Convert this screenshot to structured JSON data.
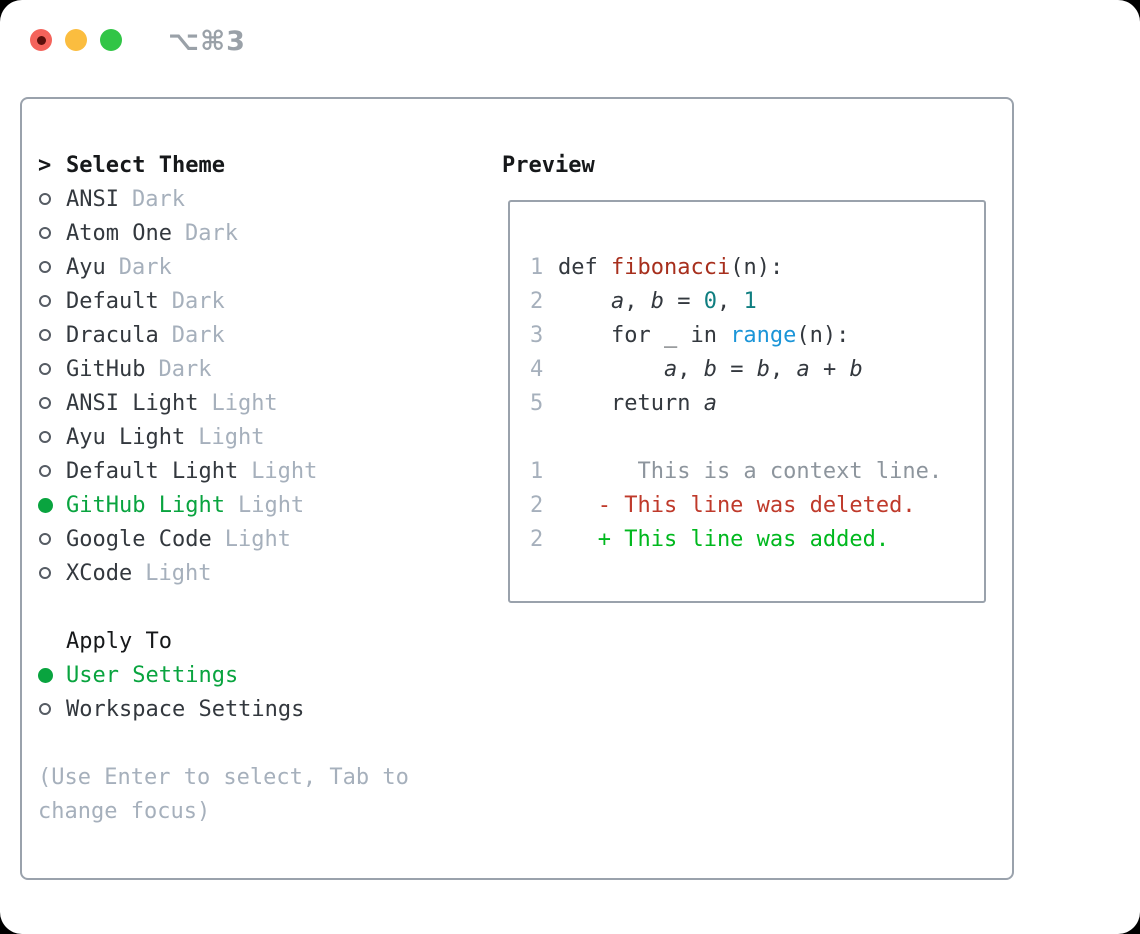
{
  "window": {
    "shortcut": "⌥⌘3",
    "traffic_lights": [
      {
        "name": "close",
        "color": "#f4635b",
        "has_inner_dot": true
      },
      {
        "name": "minimize",
        "color": "#fbbd3f",
        "has_inner_dot": false
      },
      {
        "name": "zoom",
        "color": "#31c546",
        "has_inner_dot": false
      }
    ]
  },
  "theme_panel": {
    "header": {
      "cursor": ">",
      "label": "Select Theme"
    },
    "themes": [
      {
        "name": "ANSI",
        "variant": "Dark",
        "selected": false
      },
      {
        "name": "Atom One",
        "variant": "Dark",
        "selected": false
      },
      {
        "name": "Ayu",
        "variant": "Dark",
        "selected": false
      },
      {
        "name": "Default",
        "variant": "Dark",
        "selected": false
      },
      {
        "name": "Dracula",
        "variant": "Dark",
        "selected": false
      },
      {
        "name": "GitHub",
        "variant": "Dark",
        "selected": false
      },
      {
        "name": "ANSI Light",
        "variant": "Light",
        "selected": false
      },
      {
        "name": "Ayu Light",
        "variant": "Light",
        "selected": false
      },
      {
        "name": "Default Light",
        "variant": "Light",
        "selected": false
      },
      {
        "name": "GitHub Light",
        "variant": "Light",
        "selected": true
      },
      {
        "name": "Google Code",
        "variant": "Light",
        "selected": false
      },
      {
        "name": "XCode",
        "variant": "Light",
        "selected": false
      }
    ],
    "apply_to": {
      "label": "Apply To",
      "options": [
        {
          "name": "User Settings",
          "selected": true
        },
        {
          "name": "Workspace Settings",
          "selected": false
        }
      ]
    },
    "help_lines": [
      "(Use Enter to select, Tab to",
      "change focus)"
    ]
  },
  "preview": {
    "title": "Preview",
    "code_lines": [
      {
        "num": "1",
        "segments": [
          {
            "t": "def ",
            "s": "fg"
          },
          {
            "t": "fibonacci",
            "s": "func"
          },
          {
            "t": "(n):",
            "s": "fg"
          }
        ]
      },
      {
        "num": "2",
        "segments": [
          {
            "t": "    ",
            "s": "fg"
          },
          {
            "t": "a",
            "s": "var"
          },
          {
            "t": ", ",
            "s": "fg"
          },
          {
            "t": "b",
            "s": "var"
          },
          {
            "t": " = ",
            "s": "fg"
          },
          {
            "t": "0",
            "s": "num"
          },
          {
            "t": ", ",
            "s": "fg"
          },
          {
            "t": "1",
            "s": "num"
          }
        ]
      },
      {
        "num": "3",
        "segments": [
          {
            "t": "    for _ in ",
            "s": "fg"
          },
          {
            "t": "range",
            "s": "builtin"
          },
          {
            "t": "(n):",
            "s": "fg"
          }
        ]
      },
      {
        "num": "4",
        "segments": [
          {
            "t": "        ",
            "s": "fg"
          },
          {
            "t": "a",
            "s": "var"
          },
          {
            "t": ", ",
            "s": "fg"
          },
          {
            "t": "b",
            "s": "var"
          },
          {
            "t": " = ",
            "s": "fg"
          },
          {
            "t": "b",
            "s": "var"
          },
          {
            "t": ", ",
            "s": "fg"
          },
          {
            "t": "a",
            "s": "var"
          },
          {
            "t": " + ",
            "s": "fg"
          },
          {
            "t": "b",
            "s": "var"
          }
        ]
      },
      {
        "num": "5",
        "segments": [
          {
            "t": "    return ",
            "s": "fg"
          },
          {
            "t": "a",
            "s": "var"
          }
        ]
      }
    ],
    "diff_lines": [
      {
        "num": "1",
        "text": "      This is a context line.",
        "type": "context"
      },
      {
        "num": "2",
        "text": "   - This line was deleted.",
        "type": "deleted"
      },
      {
        "num": "2",
        "text": "   + This line was added.",
        "type": "added"
      }
    ]
  },
  "colors": {
    "accent-green": "#09a43f",
    "added-green": "#00b81e",
    "deleted-red": "#bf3a2b",
    "func-red": "#a72f1d",
    "builtin-blue": "#1b95d8",
    "number-teal": "#0f7e80",
    "muted": "#a6b0bc",
    "context-gray": "#8d959d",
    "fg": "#33383e",
    "heading": "#16181a",
    "border": "#9aa2ac"
  }
}
